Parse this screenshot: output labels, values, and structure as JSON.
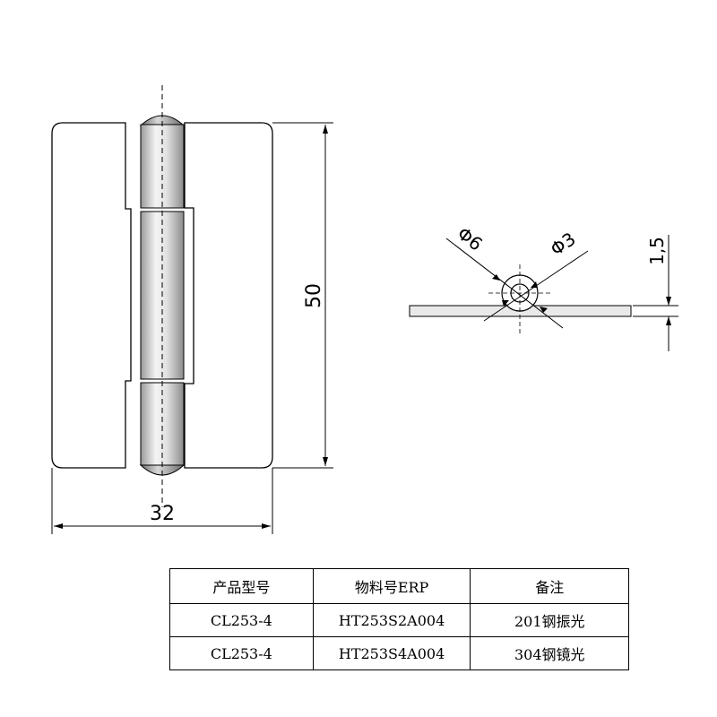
{
  "dimensions": {
    "width": "32",
    "height": "50",
    "outer_diameter": "Φ6",
    "inner_diameter": "Φ3",
    "thickness": "1,5"
  },
  "table": {
    "headers": [
      "产品型号",
      "物料号ERP",
      "备注"
    ],
    "rows": [
      [
        "CL253-4",
        "HT253S2A004",
        "201钢振光"
      ],
      [
        "CL253-4",
        "HT253S4A004",
        "304钢镜光"
      ]
    ]
  }
}
